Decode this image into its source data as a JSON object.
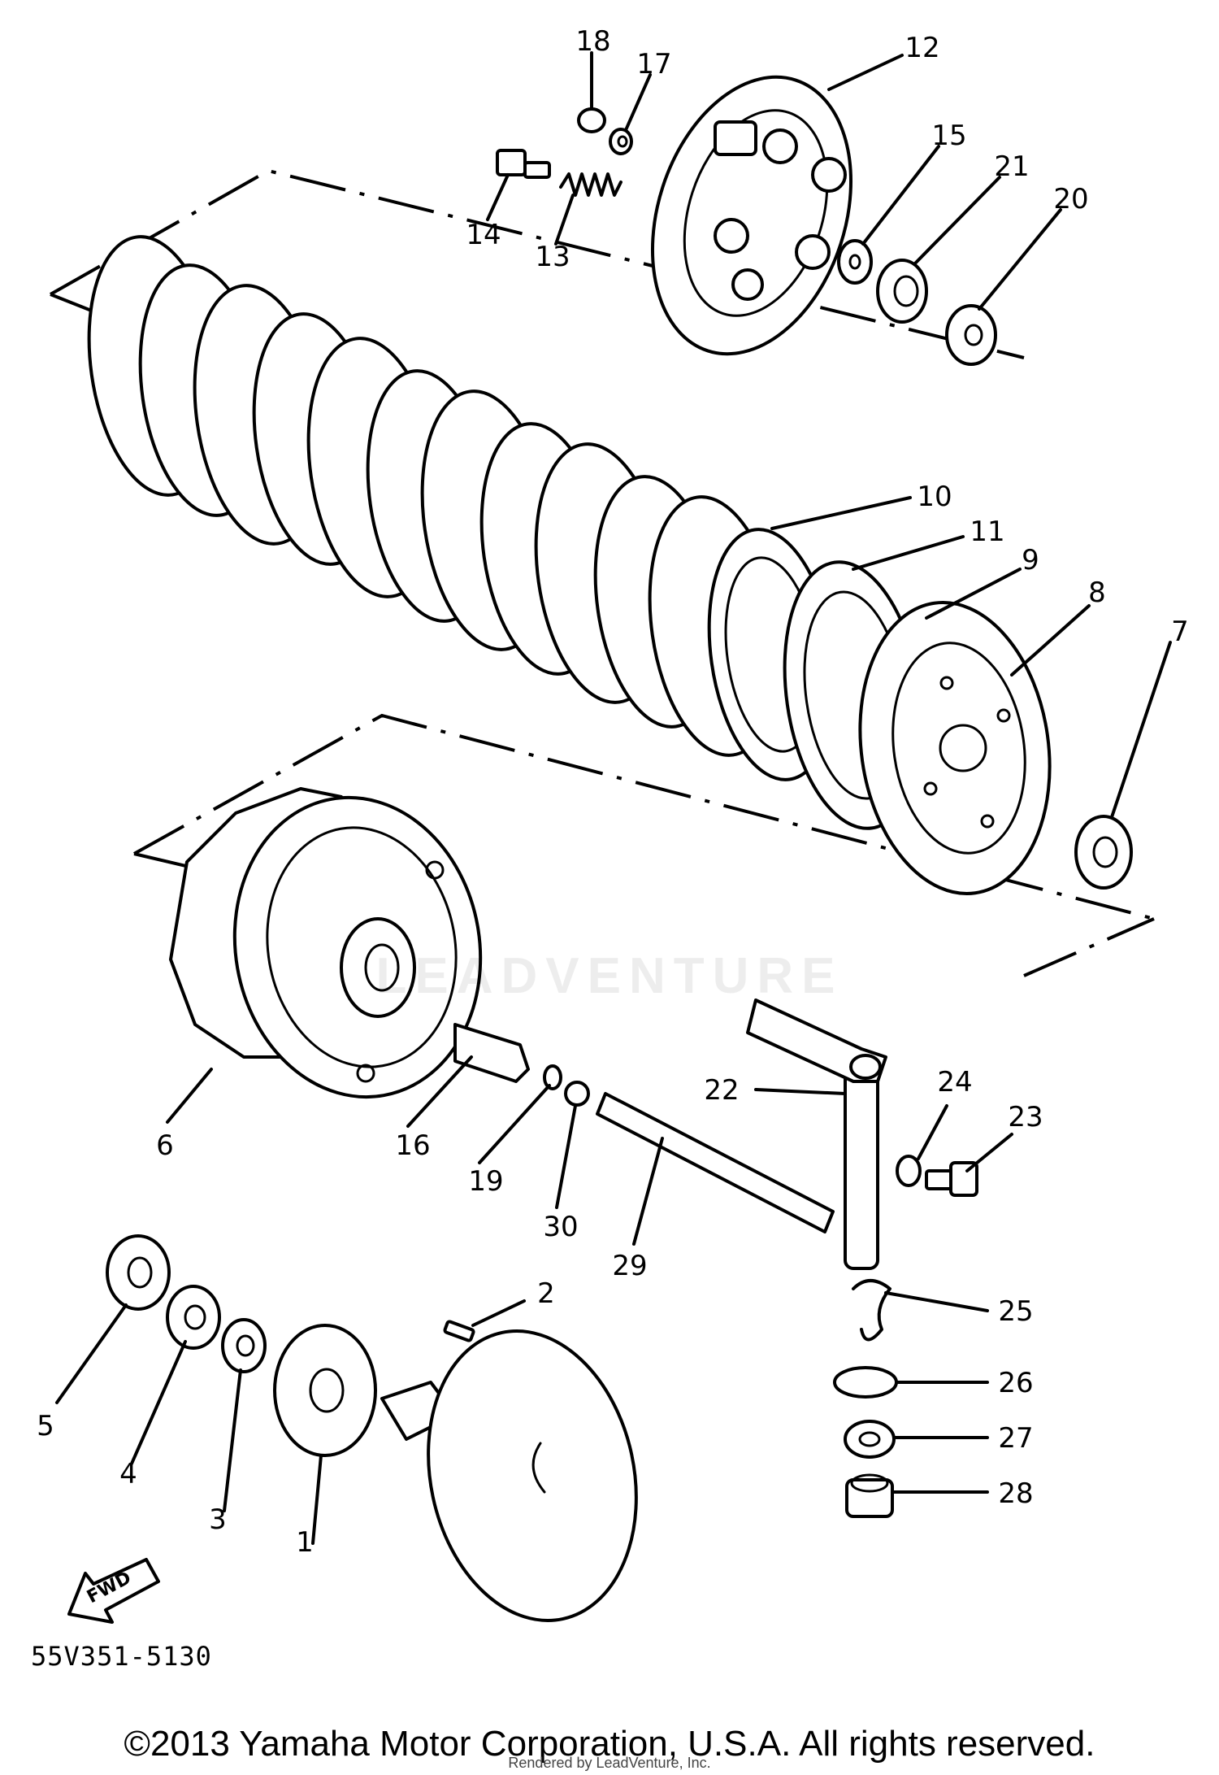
{
  "diagram": {
    "reference_code": "55V351-5130",
    "copyright": "©2013 Yamaha Motor Corporation, U.S.A. All rights reserved.",
    "rendered_by": "Rendered by LeadVenture, Inc.",
    "watermark": "LEADVENTURE",
    "fwd_label": "FWD",
    "callouts": [
      "1",
      "2",
      "3",
      "4",
      "5",
      "6",
      "7",
      "8",
      "9",
      "10",
      "11",
      "12",
      "13",
      "14",
      "15",
      "16",
      "17",
      "18",
      "19",
      "20",
      "21",
      "22",
      "23",
      "24",
      "25",
      "26",
      "27",
      "28",
      "29",
      "30"
    ]
  }
}
